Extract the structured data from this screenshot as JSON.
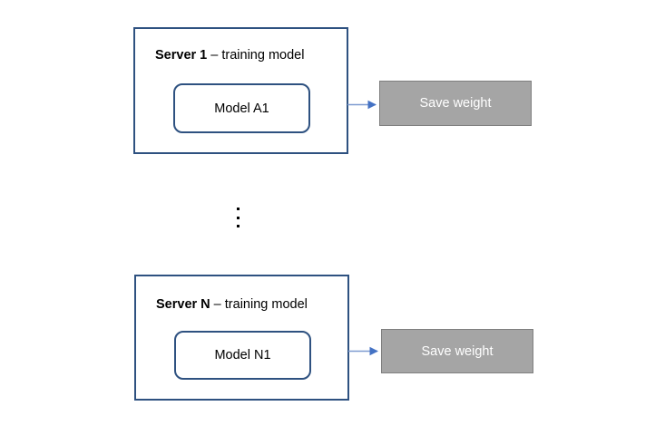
{
  "diagram": {
    "title_hidden": "",
    "accent_color": "#2E5180",
    "save_box_fill": "#A5A5A5",
    "save_box_border": "#7F7F7F",
    "arrow_color": "#4472C4",
    "rows": [
      {
        "server_label_strong": "Server 1",
        "server_label_rest": " – training model",
        "model_label": "Model A1",
        "save_label": "Save weight"
      },
      {
        "server_label_strong": "Server N",
        "server_label_rest": " – training model",
        "model_label": "Model N1",
        "save_label": "Save weight"
      }
    ],
    "ellipsis": "⋮"
  }
}
